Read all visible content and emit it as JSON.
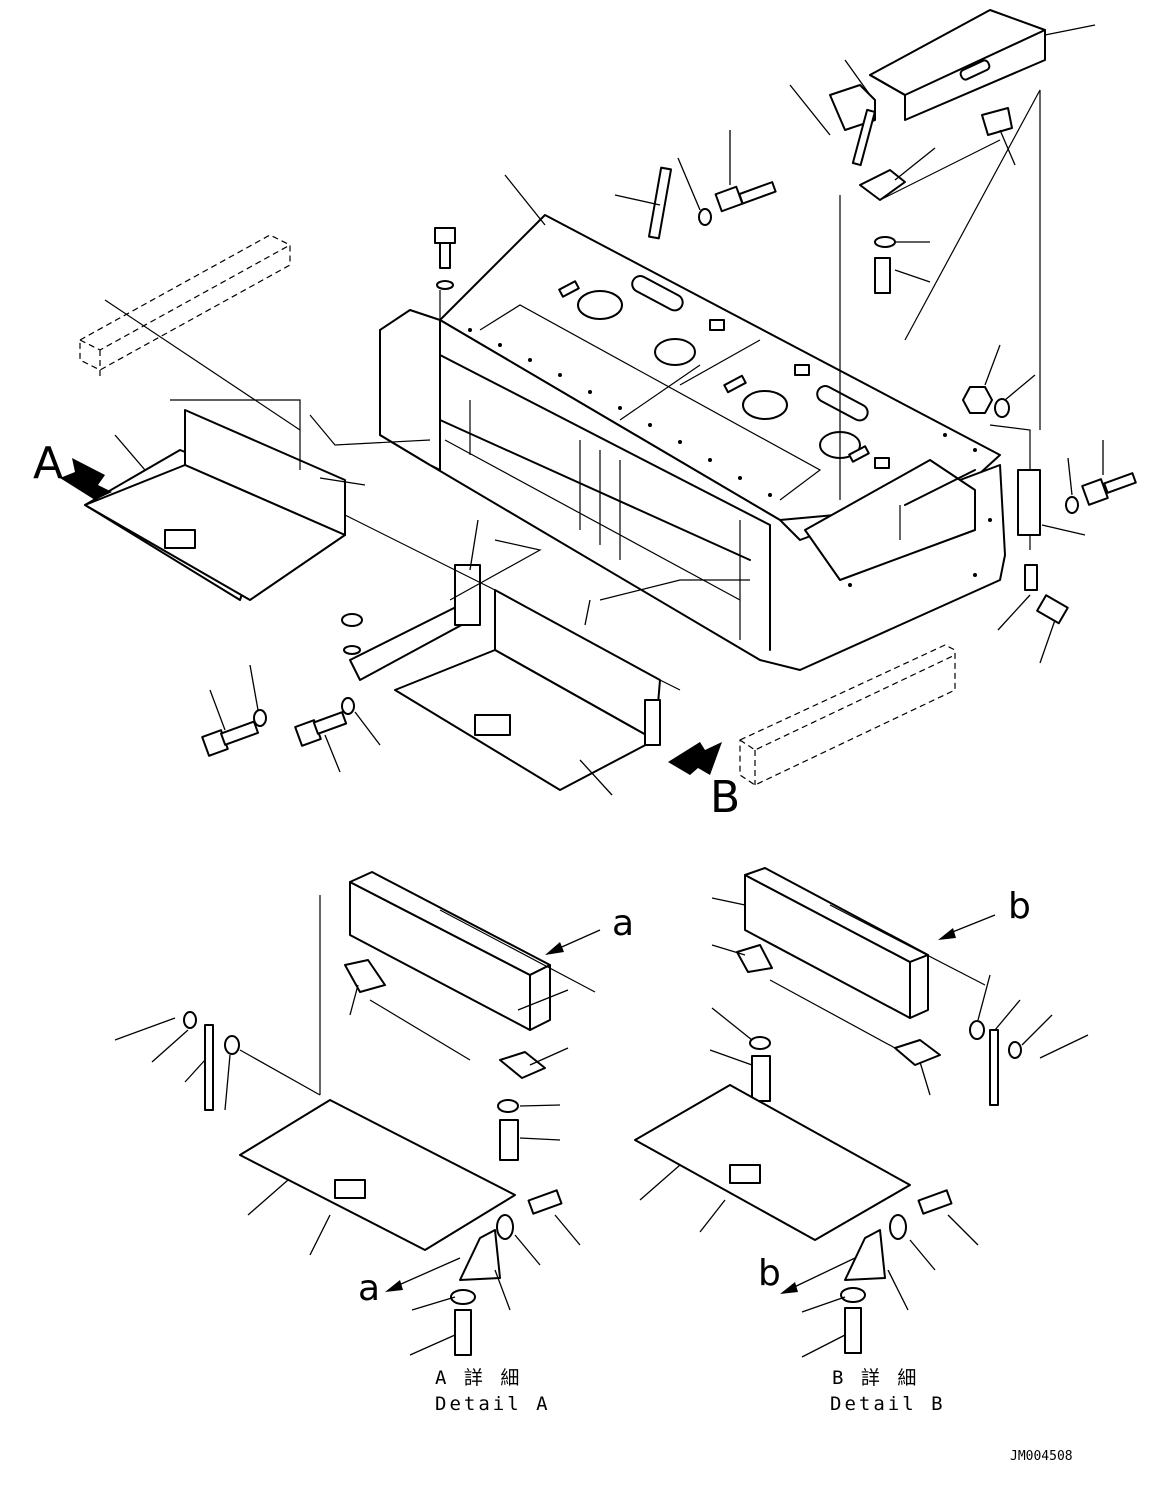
{
  "callouts": {
    "view_a": "A",
    "view_b": "B",
    "arrow_a_small": "a",
    "arrow_b_small": "b"
  },
  "detail_a": {
    "label_jp": "A 詳 細",
    "label_en": "Detail A"
  },
  "detail_b": {
    "label_jp": "B 詳 細",
    "label_en": "Detail B"
  },
  "drawing_code": "JM004508"
}
